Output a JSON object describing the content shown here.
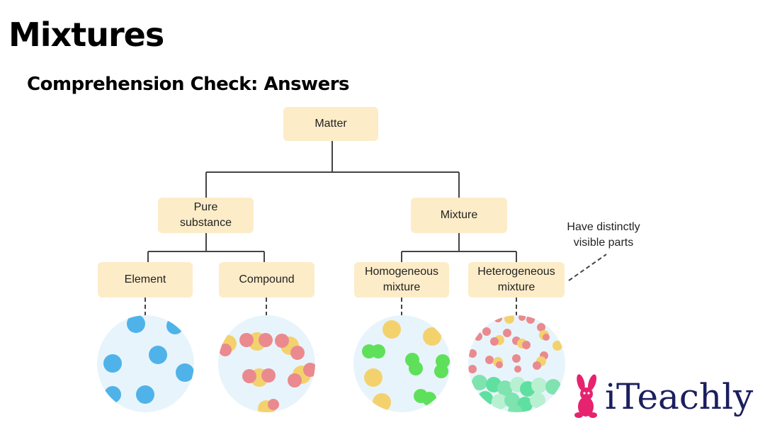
{
  "header": {
    "title": "Mixtures",
    "subtitle": "Comprehension Check: Answers"
  },
  "diagram": {
    "matter": "Matter",
    "pure_substance": "Pure\nsubstance",
    "mixture": "Mixture",
    "element": "Element",
    "compound": "Compound",
    "homogeneous": "Homogeneous\nmixture",
    "heterogeneous": "Heterogeneous\nmixture",
    "note": "Have distinctly\nvisible parts"
  },
  "logo": {
    "text": "iTeachly"
  },
  "colors": {
    "node_fill": "#fdecc8",
    "circle_bg": "#e8f4fb",
    "blue": "#4fb3ea",
    "red": "#ea8a8e",
    "yellow": "#f3d26e",
    "green": "#5fe05a",
    "mint": "#7fe3b0",
    "brand_pink": "#e6236e",
    "brand_navy": "#1b1f5e"
  }
}
